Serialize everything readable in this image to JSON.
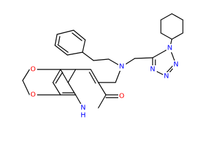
{
  "colors": {
    "background": "#ffffff",
    "bond": "#000000",
    "nitrogen": "#0000ff",
    "oxygen": "#ff0000"
  },
  "atoms": {
    "n_amine": "N",
    "n_tz1": "N",
    "n_tz2": "N",
    "n_tz3": "N",
    "n_tz4": "N",
    "o_dioxane_top": "O",
    "o_dioxane_bottom": "O",
    "nh_quinolinone": "N",
    "nh_hydrogen": "H",
    "o_carbonyl": "O"
  }
}
